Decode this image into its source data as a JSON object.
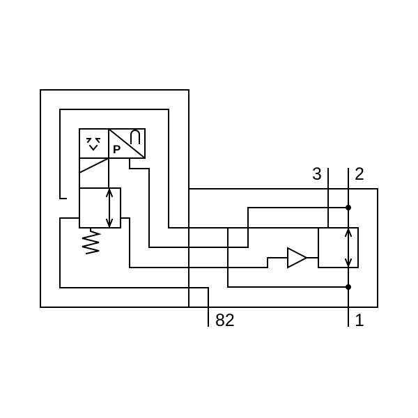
{
  "diagram": {
    "terminals": {
      "t3": "3",
      "t2": "2",
      "t82": "82",
      "t1": "1"
    },
    "valve_symbol_letter": "P",
    "colors": {
      "line": "#000000",
      "background": "#ffffff"
    }
  }
}
